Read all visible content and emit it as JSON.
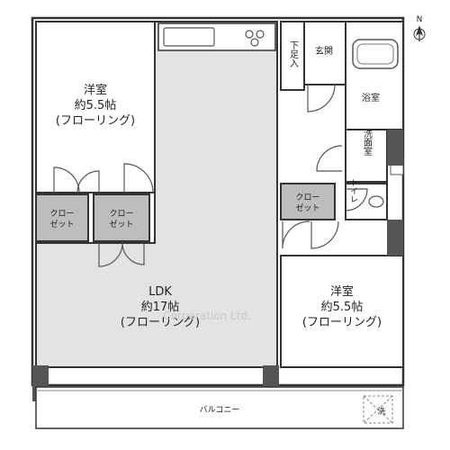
{
  "rooms": {
    "western_left": {
      "name": "洋室",
      "size": "約5.5帖",
      "floor": "(フローリング)"
    },
    "western_right": {
      "name": "洋室",
      "size": "約5.5帖",
      "floor": "(フローリング)"
    },
    "ldk": {
      "name": "LDK",
      "size": "約17帖",
      "floor": "(フローリング)"
    },
    "closet_1": {
      "line1": "クロー",
      "line2": "ゼット"
    },
    "closet_2": {
      "line1": "クロー",
      "line2": "ゼット"
    },
    "closet_3": {
      "line1": "クロー",
      "line2": "ゼット"
    },
    "shoe_closet": "下足入",
    "entrance": "玄関",
    "bath": "浴室",
    "washroom": "洗面室",
    "toilet": "トイレ",
    "balcony": "バルコニー",
    "laundry": "洗"
  },
  "compass": {
    "label": "N"
  },
  "watermark": "Corporation Ltd.",
  "colors": {
    "closet_fill": "#bdbdbd",
    "column_fill": "#555555",
    "floor_fill": "#e3e3e3",
    "wall_stroke": "#333333"
  }
}
